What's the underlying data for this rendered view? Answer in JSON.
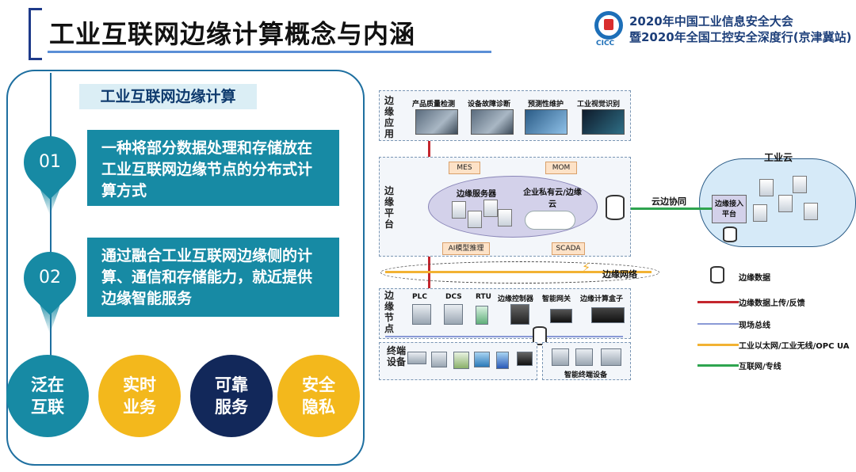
{
  "header": {
    "title": "工业互联网边缘计算概念与内涵",
    "logo_text": "CICC",
    "conference_line1": "2020年中国工业信息安全大会",
    "conference_line2": "暨2020年全国工控安全深度行(京津冀站)"
  },
  "left_panel": {
    "section_label": "工业互联网边缘计算",
    "items": [
      {
        "num": "01",
        "text": "一种将部分数据处理和存储放在工业互联网边缘节点的分布式计算方式"
      },
      {
        "num": "02",
        "text": "通过融合工业互联网边缘侧的计算、通信和存储能力，就近提供边缘智能服务"
      }
    ],
    "features": [
      {
        "label": "泛在互联",
        "color": "#178aa4"
      },
      {
        "label": "实时业务",
        "color": "#f3b81c"
      },
      {
        "label": "可靠服务",
        "color": "#12285a"
      },
      {
        "label": "安全隐私",
        "color": "#f3b81c"
      }
    ]
  },
  "diagram": {
    "layers": {
      "app": "边缘应用",
      "platform": "边缘平台",
      "node": "边缘节点",
      "terminal": "终端设备"
    },
    "apps": [
      "产品质量检测",
      "设备故障诊断",
      "预测性维护",
      "工业视觉识别"
    ],
    "platform_tags": {
      "mes": "MES",
      "mom": "MOM",
      "ai": "AI模型推理",
      "scada": "SCADA"
    },
    "platform_labels": {
      "edge_server": "边缘服务器",
      "private_cloud": "企业私有云/边缘云"
    },
    "network_label": "边缘网络",
    "nodes": [
      "PLC",
      "DCS",
      "RTU",
      "边缘控制器",
      "智能网关",
      "边缘计算盒子"
    ],
    "smart_terminal": "智能终端设备",
    "cloud": {
      "title": "工业云",
      "sync": "云边协同",
      "access": "边缘接入平台"
    },
    "legend": [
      {
        "icon": "database",
        "label": "边缘数据"
      },
      {
        "icon": "arrow",
        "label": "边缘数据上传/反馈",
        "color": "#c4262e"
      },
      {
        "icon": "line",
        "label": "现场总线",
        "color": "#8a9ad6"
      },
      {
        "icon": "line",
        "label": "工业以太网/工业无线/OPC UA",
        "color": "#f2b233"
      },
      {
        "icon": "line",
        "label": "互联网/专线",
        "color": "#2ea44f"
      }
    ]
  }
}
